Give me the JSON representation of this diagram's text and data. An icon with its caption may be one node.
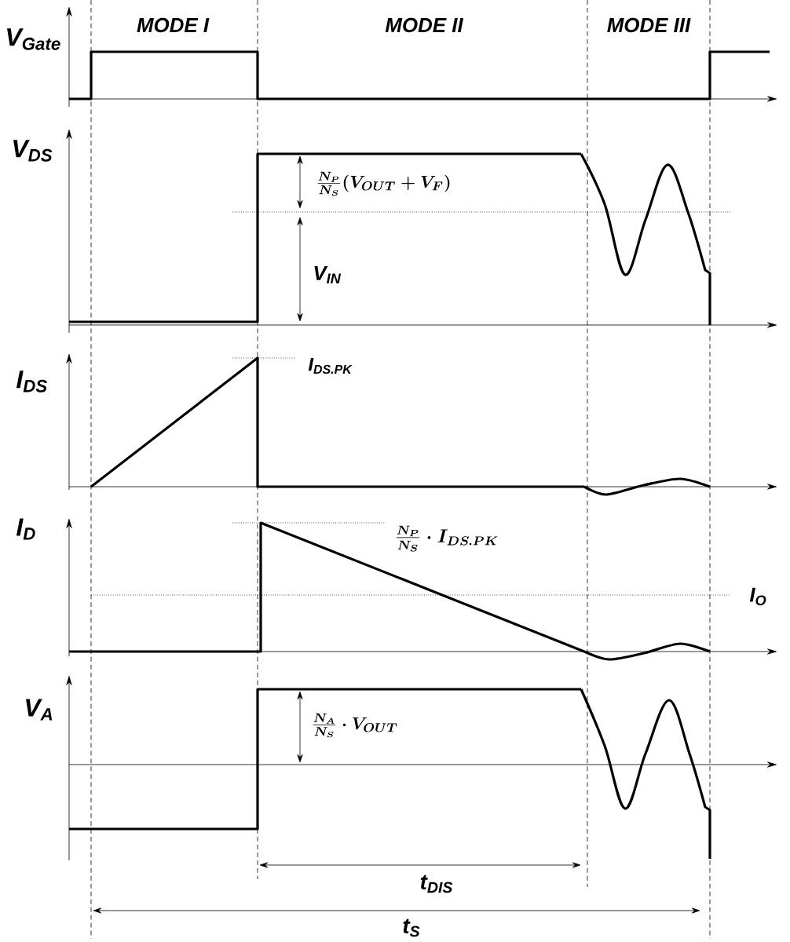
{
  "diagram": {
    "labels": [
      "MODE I",
      "MODE II",
      "MODE III",
      "V$_{Gate}$",
      "V$_{DS}$",
      "\\frac{N_{P}}{N_{S}}(V_{OUT}+V_{F})",
      "V$_{IN}$",
      "I$_{DS}$",
      "I$_{DS.PK}$",
      "I$_{D}$",
      "\\frac{N_{P}}{N_{S}}\\cdot I_{DS.PK}",
      "I$_{O}$",
      "V$_{A}$",
      "\\frac{N_{A}}{N_{S}}\\cdot V_{OUT}",
      "t$_{DIS}$",
      "t$_{S}$"
    ]
  }
}
